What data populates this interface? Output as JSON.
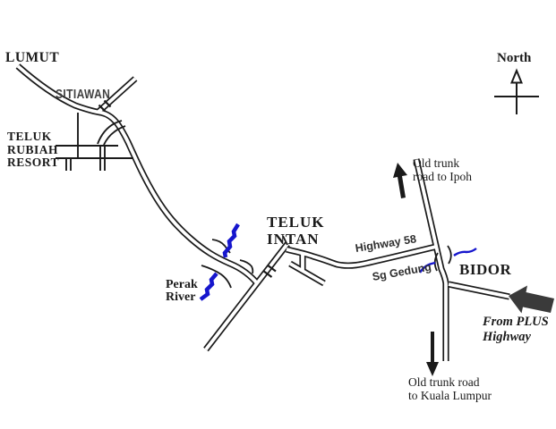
{
  "map": {
    "colors": {
      "road": "#1a1a1a",
      "river": "#1616cd",
      "arrow_dark": "#3a3a3a",
      "label_gray": "#3f3f3f",
      "label_slate": "#2e2e2e"
    },
    "labels": {
      "lumut": "LUMUT",
      "sitiawan": "SITIAWAN",
      "teluk_rubiah_resort": "TELUK\nRUBIAH\nRESORT",
      "teluk_intan": "TELUK\nINTAN",
      "perak_river": "Perak\nRiver",
      "highway_58": "Highway 58",
      "sg_gedung": "Sg Gedung",
      "bidor": "BIDOR",
      "old_trunk_ipoh": "Old trunk\nroad to Ipoh",
      "old_trunk_kl": "Old trunk road\nto Kuala Lumpur",
      "from_plus_highway": "From PLUS\nHighway",
      "north": "North"
    }
  }
}
